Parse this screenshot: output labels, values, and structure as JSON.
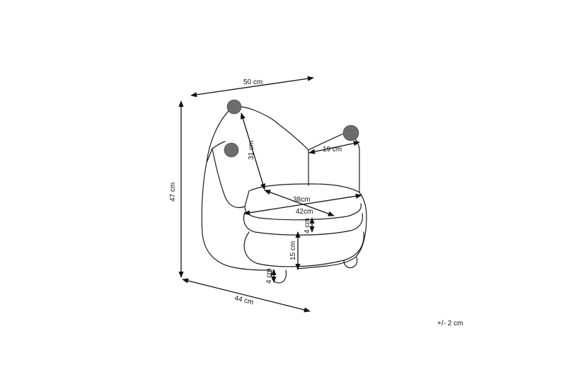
{
  "dimensions": {
    "width_top": "50 cm",
    "height_total": "47 cm",
    "depth_bottom": "44 cm",
    "back_height": "31 cm",
    "arm_width": "19 cm",
    "seat_depth": "38cm",
    "seat_width": "42cm",
    "cushion_thickness": "4 cm",
    "seat_height": "15 cm",
    "foot_height": "4 cm"
  },
  "tolerance": "+/- 2 cm"
}
